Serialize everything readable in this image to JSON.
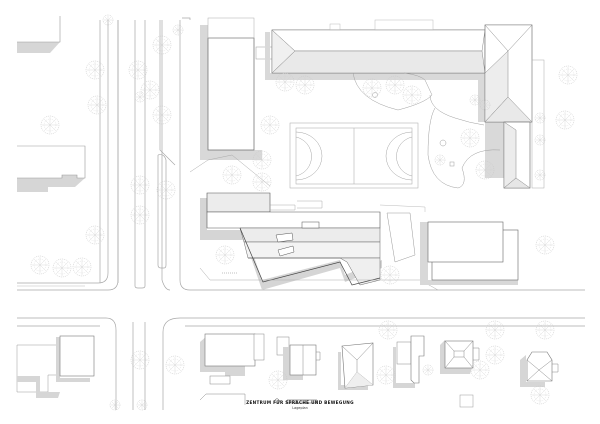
{
  "drawing": {
    "type": "Site plan (Lageplan)",
    "title": "ZENTRUM FÜR SPRACHE UND BEWEGUNG",
    "subtitle": "Lageplan",
    "north_arrow_icon": "north-arrow-icon",
    "scale_bar_icon": "scale-bar-icon"
  },
  "colors": {
    "background": "#ffffff",
    "line": "#9a9a9a",
    "line_dark": "#555555",
    "shadow": "#d6d6d6",
    "roof_light": "#f2f2f2",
    "roof_mid": "#e8e8e8",
    "tree": "#c4c4c4"
  },
  "elements": {
    "new_building": "zigzag school building (center)",
    "existing_school": "L-shaped hipped-roof building",
    "gym": "rectangular building (left of sports field)",
    "sports_field": "handball / football court",
    "east_building": "flat-roof rectangular building (right)",
    "streets": [
      "north-south avenue with tree rows",
      "east-west street"
    ],
    "residential_houses": 7
  }
}
